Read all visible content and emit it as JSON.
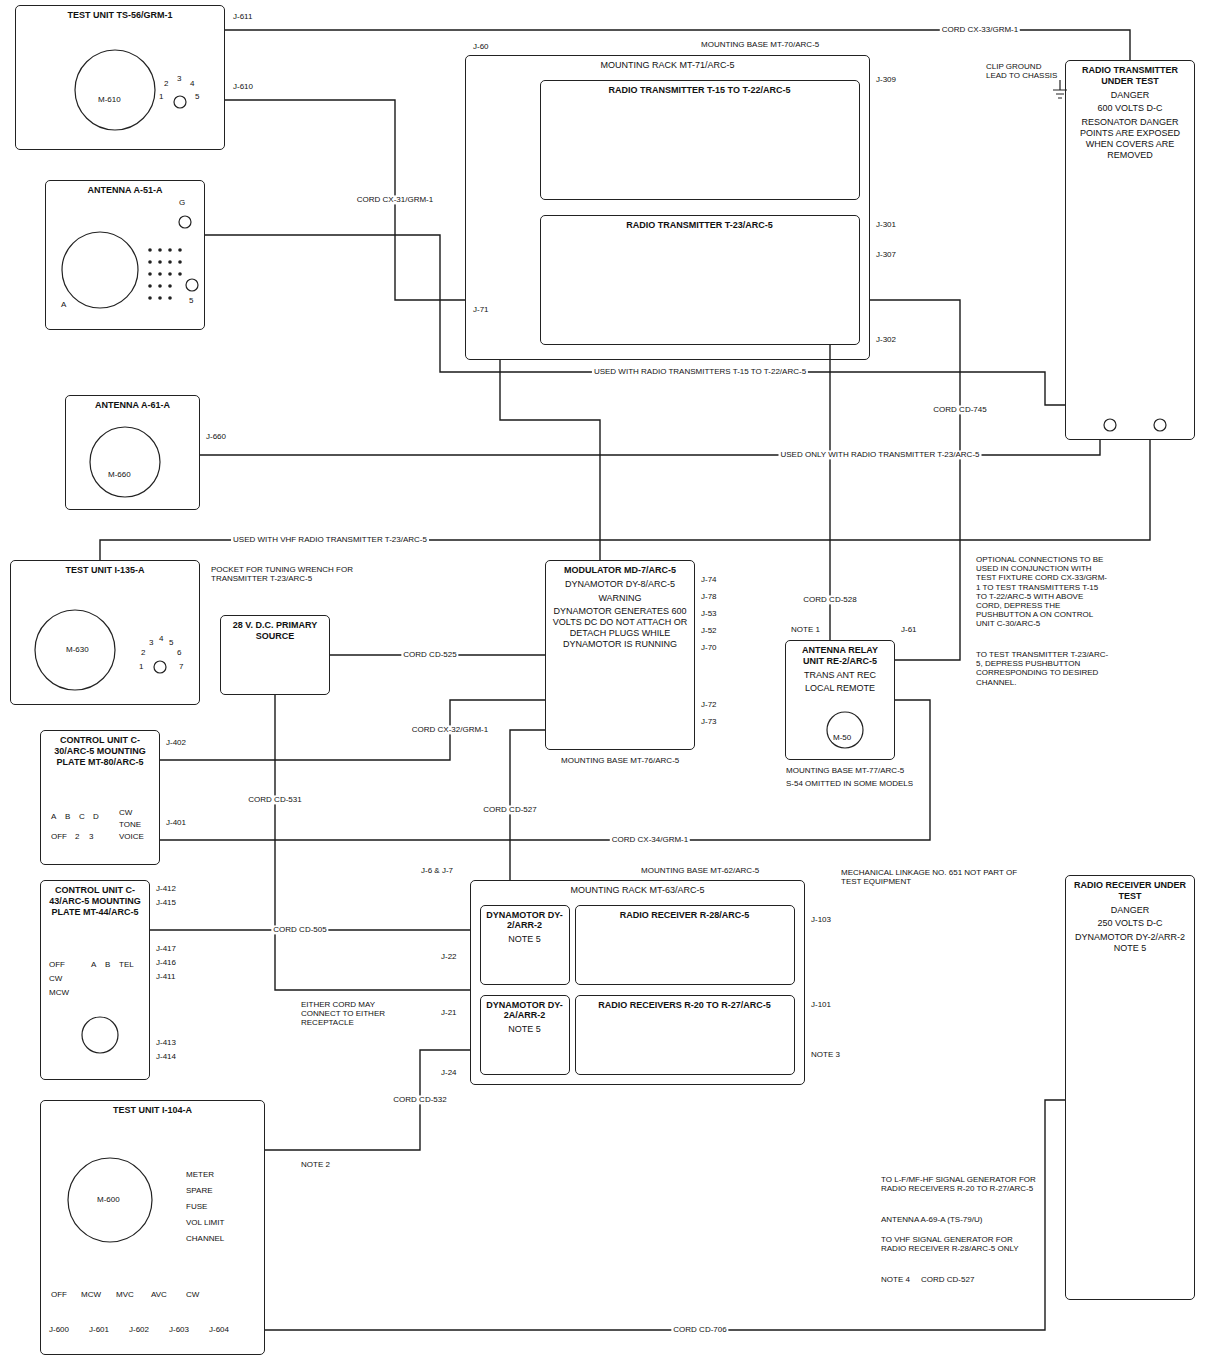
{
  "diagram": {
    "nodes": [
      {
        "text": [
          "TEST UNIT TS-56/GRM-1"
        ]
      },
      {
        "text": [
          "ANTENNA A-51-A"
        ]
      },
      {
        "text": [
          "ANTENNA A-61-A"
        ]
      },
      {
        "text": [
          "TEST UNIT I-135-A"
        ]
      },
      {
        "text": [
          "28 V. D.C. PRIMARY SOURCE"
        ]
      },
      {
        "text": [
          "CONTROL UNIT C-30/ARC-5 MOUNTING PLATE MT-80/ARC-5"
        ]
      },
      {
        "text": [
          "CONTROL UNIT C-43/ARC-5 MOUNTING PLATE MT-44/ARC-5"
        ]
      },
      {
        "text": [
          "TEST UNIT I-104-A"
        ]
      },
      {
        "text": [
          "MOUNTING RACK MT-63/ARC-5"
        ]
      },
      {
        "text": [
          "DYNAMOTOR DY-2/ARR-2",
          "NOTE 5"
        ],
        "in": 8
      },
      {
        "text": [
          "RADIO RECEIVER R-28/ARC-5"
        ],
        "in": 8
      },
      {
        "text": [
          "DYNAMOTOR DY-2A/ARR-2",
          "NOTE 5"
        ],
        "in": 8
      },
      {
        "text": [
          "RADIO RECEIVERS R-20 TO R-27/ARC-5"
        ],
        "in": 8
      },
      {
        "text": [
          "MODULATOR MD-7/ARC-5",
          "DYNAMOTOR DY-8/ARC-5",
          "WARNING",
          "DYNAMOTOR GENERATES 600 VOLTS DC DO NOT ATTACH OR DETACH PLUGS WHILE DYNAMOTOR IS RUNNING"
        ]
      },
      {
        "text": [
          "ANTENNA RELAY UNIT RE-2/ARC-5",
          "TRANS ANT REC",
          "LOCAL REMOTE"
        ]
      },
      {
        "text": [
          "MOUNTING RACK MT-71/ARC-5"
        ]
      },
      {
        "text": [
          "RADIO TRANSMITTER T-15 TO T-22/ARC-5"
        ],
        "in": 15
      },
      {
        "text": [
          "RADIO TRANSMITTER T-23/ARC-5"
        ],
        "in": 15
      },
      {
        "text": [
          "RADIO TRANSMITTER UNDER TEST",
          "DANGER",
          "600 VOLTS D-C",
          "RESONATOR DANGER POINTS ARE EXPOSED WHEN COVERS ARE REMOVED"
        ]
      },
      {
        "text": [
          "RADIO RECEIVER UNDER TEST",
          "DANGER",
          "250 VOLTS D-C",
          "DYNAMOTOR DY-2/ARR-2 NOTE 5"
        ]
      }
    ],
    "edges": [
      {
        "from": 0,
        "to": 18,
        "arrow": "none",
        "label": "CORD CX-33/GRM-1"
      },
      {
        "from": 0,
        "to": 15,
        "arrow": "none",
        "label": "CORD CX-31/GRM-1"
      },
      {
        "from": 1,
        "to": 18,
        "arrow": "none",
        "label": "USED WITH RADIO TRANSMITTERS T-15 TO T-22/ARC-5"
      },
      {
        "from": 2,
        "to": 18,
        "arrow": "none",
        "label": "USED ONLY WITH RADIO TRANSMITTER T-23/ARC-5"
      },
      {
        "from": 3,
        "to": 18,
        "arrow": "none",
        "label": "USED WITH VHF RADIO TRANSMITTER T-23/ARC-5"
      },
      {
        "from": 4,
        "to": 13,
        "arrow": "none",
        "label": "CORD CD-525"
      },
      {
        "from": 4,
        "to": 8,
        "arrow": "none",
        "label": "CORD CD-531"
      },
      {
        "from": 5,
        "to": 13,
        "arrow": "none",
        "label": "CORD CX-32/GRM-1"
      },
      {
        "from": 5,
        "to": 14,
        "arrow": "none",
        "label": "CORD CX-34/GRM-1"
      },
      {
        "from": 6,
        "to": 8,
        "arrow": "none",
        "label": "CORD CD-505"
      },
      {
        "from": 7,
        "to": 8,
        "arrow": "none",
        "label": "CORD CD-532"
      },
      {
        "from": 7,
        "to": 19,
        "arrow": "none",
        "label": "CORD CD-706"
      },
      {
        "from": 13,
        "to": 15,
        "arrow": "none"
      },
      {
        "from": 14,
        "to": 17,
        "arrow": "none",
        "label": "CORD CD-528"
      },
      {
        "from": 15,
        "to": 14,
        "arrow": "none",
        "label": "CORD CD-745"
      },
      {
        "from": 8,
        "to": 13,
        "arrow": "none",
        "label": "CORD CD-527"
      }
    ],
    "labels": [
      "M-610",
      "J-611",
      "J-610",
      "1",
      "2",
      "3",
      "4",
      "5",
      "G",
      "A",
      "5",
      "M-660",
      "J-660",
      "M-630",
      "1",
      "2",
      "3",
      "4",
      "5",
      "6",
      "7",
      "POCKET FOR TUNING WRENCH FOR TRANSMITTER T-23/ARC-5",
      "J-402",
      "J-401",
      "A",
      "B",
      "C",
      "D",
      "OFF",
      "2",
      "3",
      "CW",
      "TONE",
      "VOICE",
      "J-412",
      "J-415",
      "J-417",
      "J-416",
      "J-411",
      "J-413",
      "J-414",
      "OFF",
      "CW",
      "MCW",
      "A",
      "B",
      "TEL",
      "M-600",
      "METER",
      "SPARE",
      "FUSE",
      "VOL LIMIT",
      "CHANNEL",
      "OFF",
      "MCW",
      "MVC",
      "AVC",
      "CW",
      "J-600",
      "J-601",
      "J-602",
      "J-603",
      "J-604",
      "NOTE 2",
      "J-6 & J-7",
      "J-22",
      "J-21",
      "J-24",
      "EITHER CORD MAY CONNECT TO EITHER RECEPTACLE",
      "MOUNTING BASE MT-62/ARC-5",
      "J-103",
      "J-101",
      "NOTE 3",
      "MECHANICAL LINKAGE NO. 651 NOT PART OF TEST EQUIPMENT",
      "J-74",
      "J-78",
      "J-53",
      "J-52",
      "J-70",
      "J-72",
      "J-73",
      "MOUNTING BASE MT-76/ARC-5",
      "M-50",
      "J-61",
      "NOTE 1",
      "MOUNTING BASE MT-77/ARC-5",
      "S-54 OMITTED IN SOME MODELS",
      "J-60",
      "J-71",
      "MOUNTING BASE MT-70/ARC-5",
      "J-309",
      "J-301",
      "J-307",
      "J-302",
      "CLIP GROUND LEAD TO CHASSIS",
      "OPTIONAL CONNECTIONS TO BE USED IN CONJUNCTION WITH TEST FIXTURE CORD CX-33/GRM-1 TO TEST TRANSMITTERS T-15 TO T-22/ARC-5 WITH ABOVE CORD, DEPRESS THE PUSHBUTTON A ON CONTROL UNIT C-30/ARC-5",
      "TO TEST TRANSMITTER T-23/ARC-5, DEPRESS PUSHBUTTON CORRESPONDING TO DESIRED CHANNEL.",
      "TO L-F/MF-HF SIGNAL GENERATOR FOR RADIO RECEIVERS R-20 TO R-27/ARC-5",
      "ANTENNA A-69-A (TS-79/U)",
      "TO VHF SIGNAL GENERATOR FOR RADIO RECEIVER R-28/ARC-5 ONLY",
      "NOTE 4",
      "CORD CD-527"
    ]
  }
}
